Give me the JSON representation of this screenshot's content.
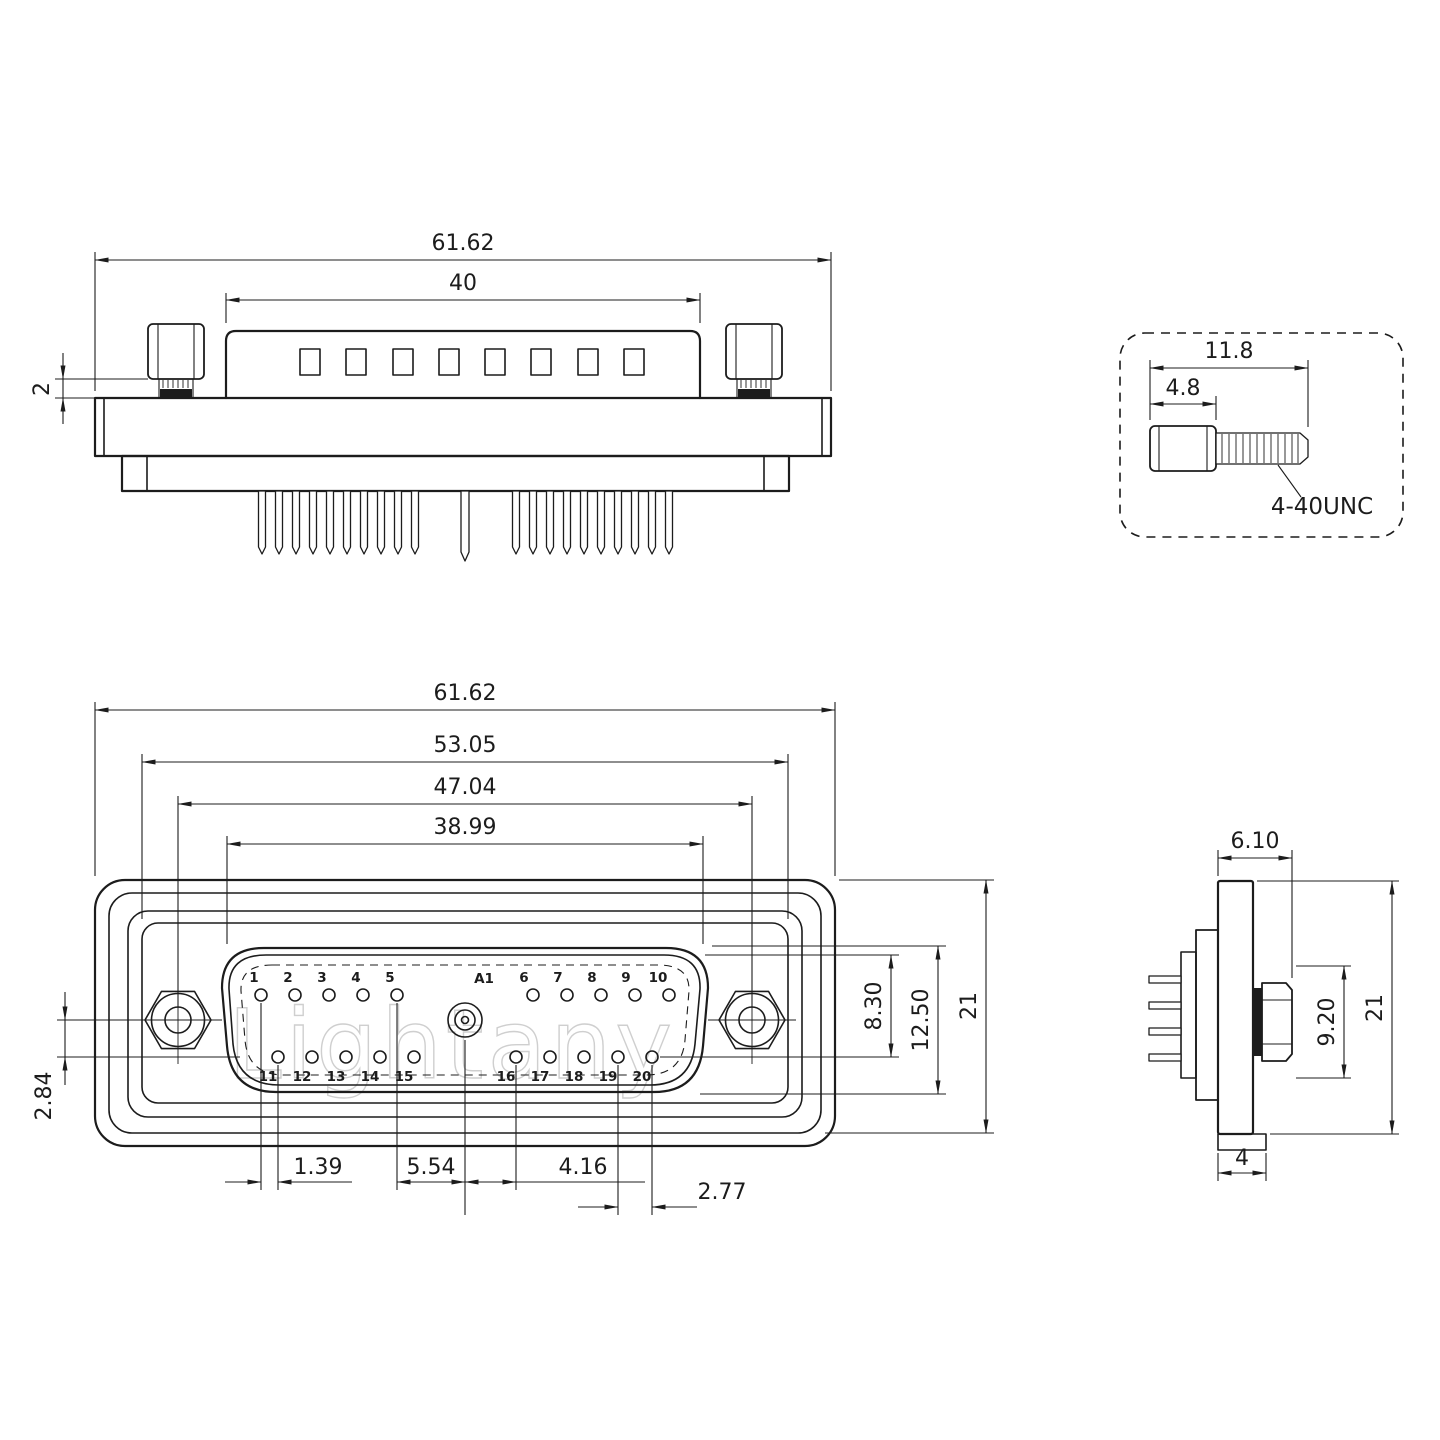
{
  "watermark": "Lightany",
  "top_view": {
    "dim_overall_width": "61.62",
    "dim_body_width": "40",
    "dim_washer_gap": "2"
  },
  "screw_detail": {
    "dim_total_length": "11.8",
    "dim_head_length": "4.8",
    "thread_spec": "4-40UNC"
  },
  "front_view": {
    "dim_overall_width": "61.62",
    "dim_flange_width": "53.05",
    "dim_screw_span": "47.04",
    "dim_face_width": "38.99",
    "dim_row_span": "8.30",
    "dim_face_height": "12.50",
    "dim_overall_height": "21",
    "dim_row_offset_v": "2.84",
    "dim_row_offset_h": "1.39",
    "dim_center_gap_left": "5.54",
    "dim_center_gap_right": "4.16",
    "dim_pitch": "2.77",
    "coax_label": "A1",
    "pin_labels": [
      "1",
      "2",
      "3",
      "4",
      "5",
      "6",
      "7",
      "8",
      "9",
      "10",
      "11",
      "12",
      "13",
      "14",
      "15",
      "16",
      "17",
      "18",
      "19",
      "20"
    ]
  },
  "side_view": {
    "dim_front_depth": "6.10",
    "dim_screw_height": "9.20",
    "dim_overall_height": "21",
    "dim_rear_depth": "4"
  }
}
